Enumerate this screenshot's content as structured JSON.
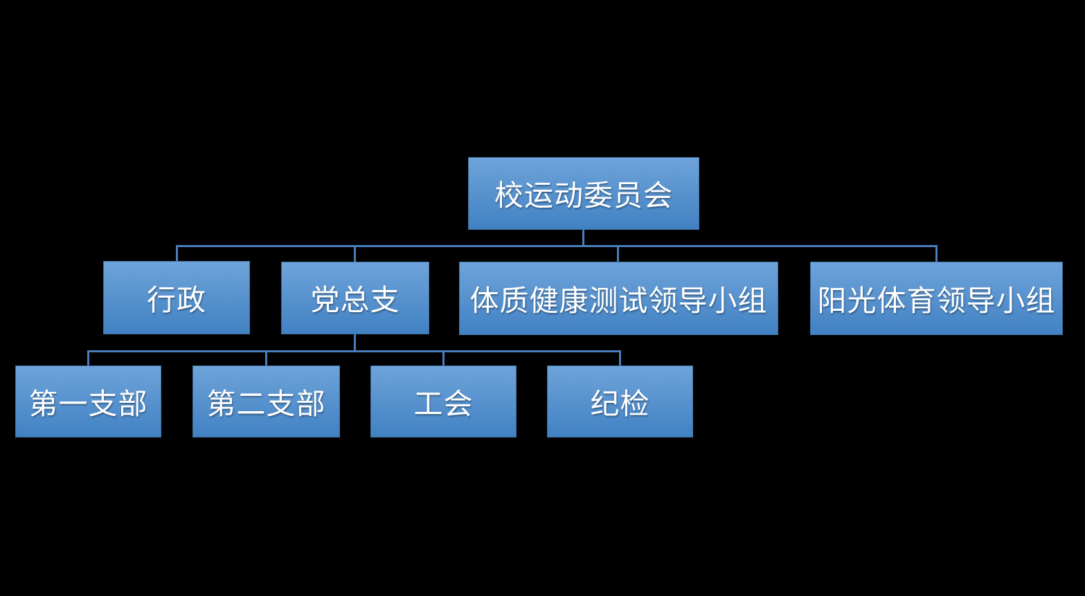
{
  "colors": {
    "bg": "#000000",
    "box-gradient-top": "#6FA3DA",
    "box-gradient-mid": "#5A94CF",
    "box-gradient-bottom": "#4181C3",
    "box-border": "#41719C",
    "connector": "#4A7EBD",
    "text": "#FFFFFF"
  },
  "org_chart": {
    "type": "organization-chart",
    "root": {
      "label": "校运动委员会",
      "children": [
        {
          "label": "行政"
        },
        {
          "label": "党总支",
          "children": [
            {
              "label": "第一支部"
            },
            {
              "label": "第二支部"
            },
            {
              "label": "工会"
            },
            {
              "label": "纪检"
            }
          ]
        },
        {
          "label": "体质健康测试领导小组"
        },
        {
          "label": "阳光体育领导小组"
        }
      ]
    }
  }
}
